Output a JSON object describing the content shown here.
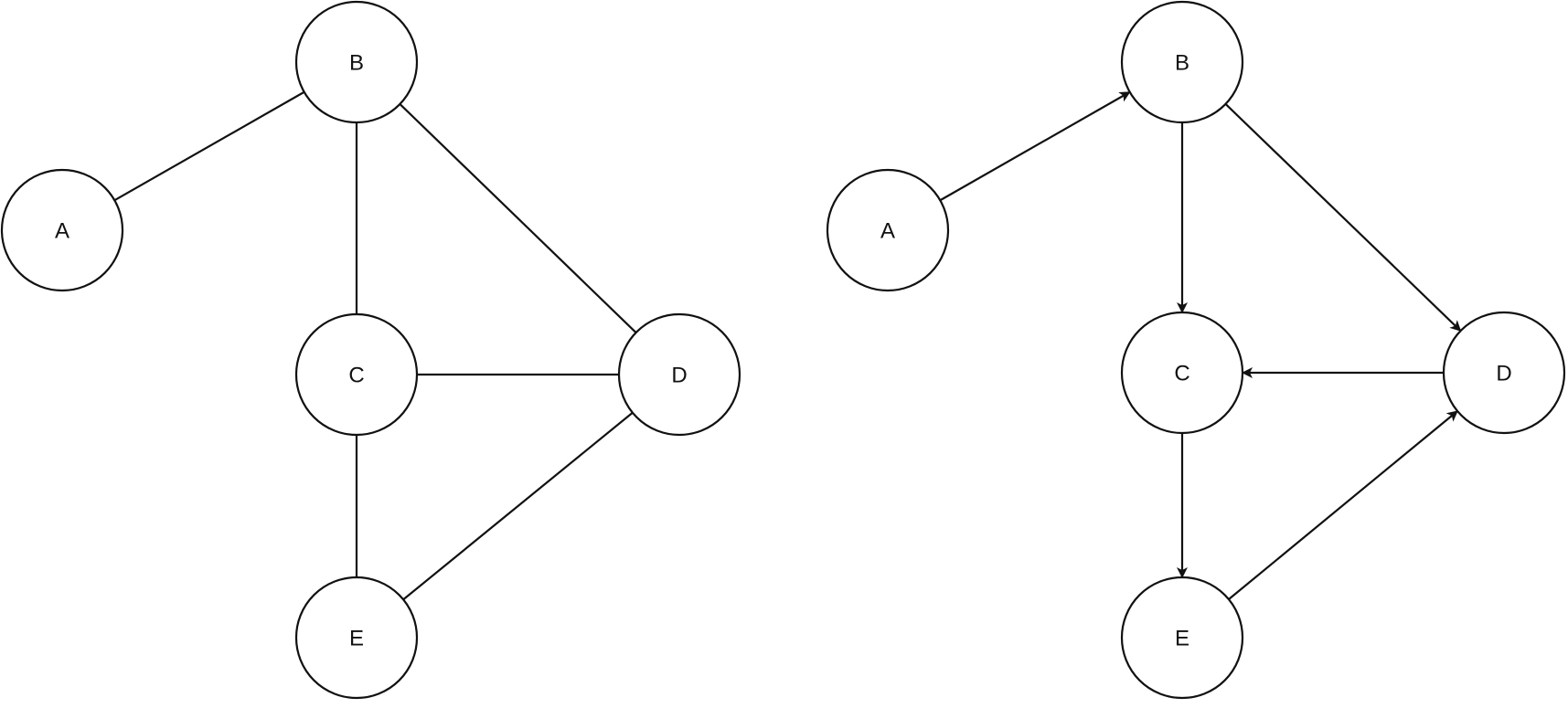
{
  "diagrams": [
    {
      "id": "undirected",
      "directed": false,
      "nodes": [
        {
          "id": "A",
          "label": "A"
        },
        {
          "id": "B",
          "label": "B"
        },
        {
          "id": "C",
          "label": "C"
        },
        {
          "id": "D",
          "label": "D"
        },
        {
          "id": "E",
          "label": "E"
        }
      ],
      "edges": [
        {
          "from": "A",
          "to": "B"
        },
        {
          "from": "B",
          "to": "C"
        },
        {
          "from": "B",
          "to": "D"
        },
        {
          "from": "C",
          "to": "D"
        },
        {
          "from": "C",
          "to": "E"
        },
        {
          "from": "D",
          "to": "E"
        }
      ]
    },
    {
      "id": "directed",
      "directed": true,
      "nodes": [
        {
          "id": "A",
          "label": "A"
        },
        {
          "id": "B",
          "label": "B"
        },
        {
          "id": "C",
          "label": "C"
        },
        {
          "id": "D",
          "label": "D"
        },
        {
          "id": "E",
          "label": "E"
        }
      ],
      "edges": [
        {
          "from": "A",
          "to": "B"
        },
        {
          "from": "B",
          "to": "C"
        },
        {
          "from": "B",
          "to": "D"
        },
        {
          "from": "D",
          "to": "C"
        },
        {
          "from": "C",
          "to": "E"
        },
        {
          "from": "E",
          "to": "D"
        }
      ]
    }
  ],
  "colors": {
    "stroke": "#111111",
    "node_fill": "#ffffff",
    "background": "#ffffff"
  }
}
